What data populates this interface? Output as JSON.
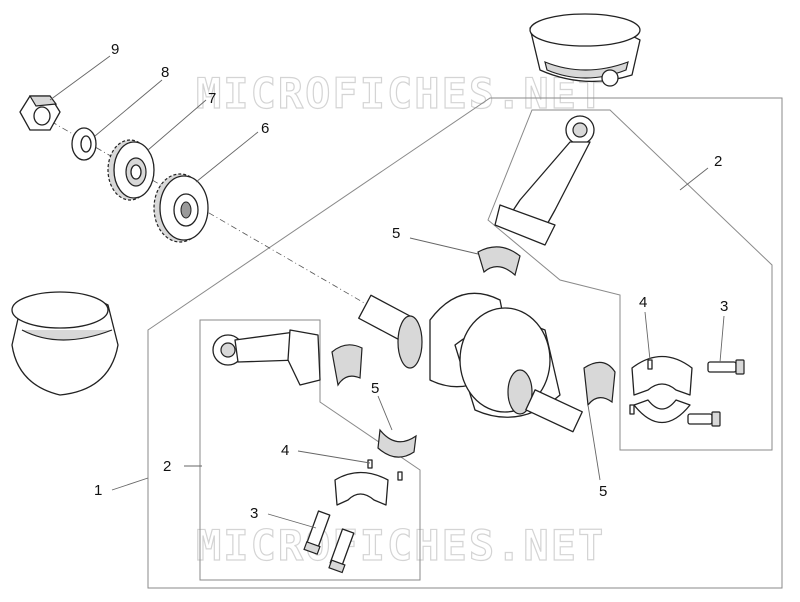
{
  "watermark": {
    "top": "MICROFICHES.NET",
    "bottom": "MICROFICHES.NET"
  },
  "callouts": [
    {
      "id": "c9",
      "text": "9"
    },
    {
      "id": "c8",
      "text": "8"
    },
    {
      "id": "c7",
      "text": "7"
    },
    {
      "id": "c6",
      "text": "6"
    },
    {
      "id": "c2a",
      "text": "2"
    },
    {
      "id": "c5a",
      "text": "5"
    },
    {
      "id": "c4a",
      "text": "4"
    },
    {
      "id": "c3a",
      "text": "3"
    },
    {
      "id": "c5b",
      "text": "5"
    },
    {
      "id": "c5c",
      "text": "5"
    },
    {
      "id": "c2b",
      "text": "2"
    },
    {
      "id": "c4b",
      "text": "4"
    },
    {
      "id": "c1",
      "text": "1"
    },
    {
      "id": "c3b",
      "text": "3"
    }
  ],
  "colors": {
    "line": "#222222",
    "frame": "#8a8a8a",
    "watermark": "#d4d4d4"
  }
}
